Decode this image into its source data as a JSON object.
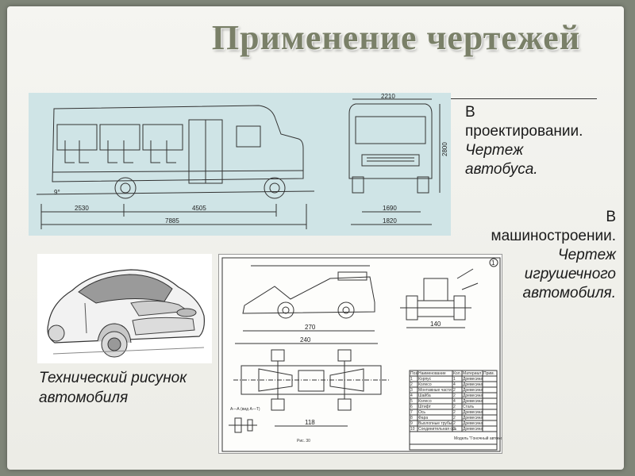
{
  "slide": {
    "title": "Применение чертежей"
  },
  "bus": {
    "caption_line1": "В",
    "caption_line2": "проектировании.",
    "caption_line3": "Чертеж",
    "caption_line4": "автобуса.",
    "dims": {
      "top_width": "2210",
      "height": "2800",
      "rear": "2530",
      "mid": "4505",
      "total": "7885",
      "front_track": "1690",
      "front_width": "1820",
      "angle": "9°"
    }
  },
  "machine": {
    "caption_line1": "В",
    "caption_line2": "машиностроении.",
    "caption_line3": "Чертеж",
    "caption_line4": "игрушечного",
    "caption_line5": "автомобиля."
  },
  "car": {
    "caption_line1": "Технический рисунок",
    "caption_line2": "автомобиля"
  },
  "toy": {
    "sheet_number": "1",
    "dims": {
      "length": "270",
      "side": "140",
      "top_length": "240",
      "bottom": "118"
    },
    "section_label": "А—А (вид А—Т)",
    "figure_label": "Рис. 30",
    "table_headers": [
      "Поз.",
      "Наименование",
      "Кол.",
      "Материал",
      "Прим."
    ],
    "table_rows": [
      [
        "1",
        "Корпус",
        "1",
        "Древесина"
      ],
      [
        "2",
        "Колесо",
        "4",
        "Древесина"
      ],
      [
        "3",
        "Монтажные части",
        "2",
        "Древесина"
      ],
      [
        "4",
        "Шайба",
        "2",
        "Древесина"
      ],
      [
        "5",
        "Колесо",
        "4",
        "Древесина"
      ],
      [
        "6",
        "Штифт",
        "2",
        "Сталь"
      ],
      [
        "7",
        "Ось",
        "2",
        "Древесина"
      ],
      [
        "8",
        "Фара",
        "2",
        "Древесина"
      ],
      [
        "9",
        "Выхлопные трубы",
        "2",
        "Древесина"
      ],
      [
        "10",
        "Соединительная ось",
        "2",
        "Древесина"
      ]
    ],
    "title_block": "Модель \"Гоночный автомобиль\""
  }
}
